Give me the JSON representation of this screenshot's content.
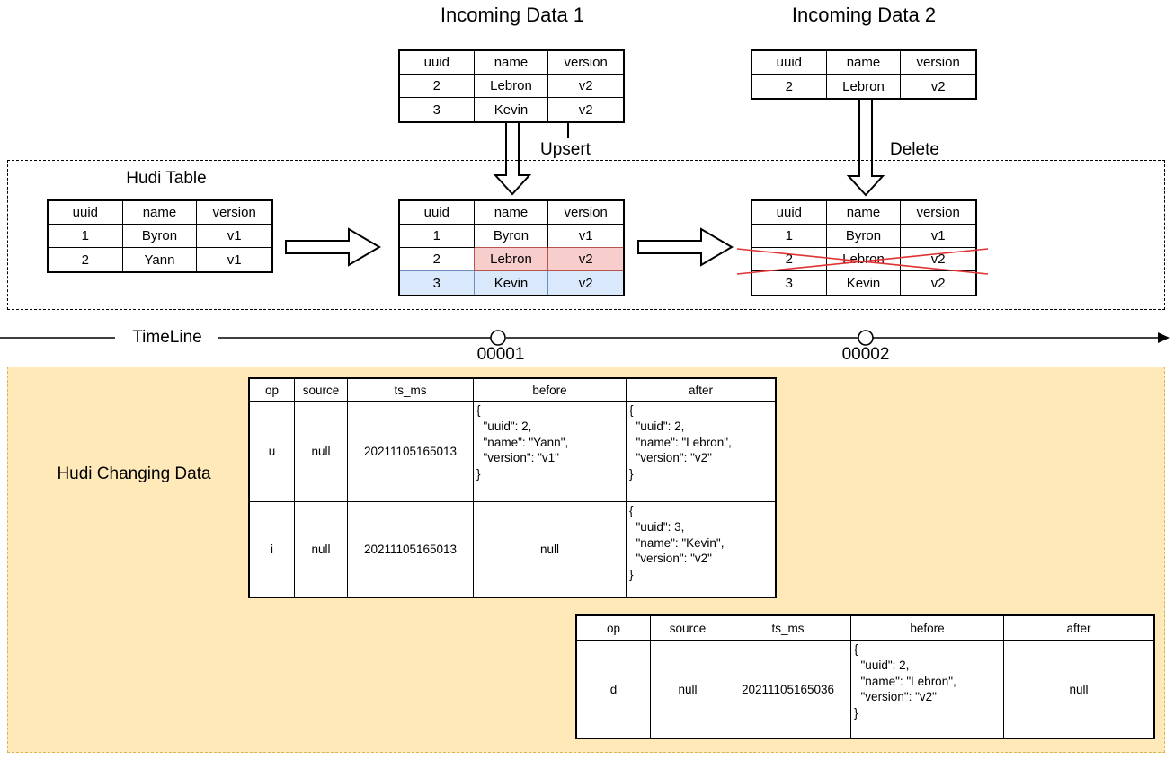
{
  "colors": {
    "highlight_update_fill": "#f8cecc",
    "highlight_update_stroke": "#b85450",
    "highlight_insert_fill": "#dae8fc",
    "highlight_insert_stroke": "#6c8ebf",
    "changing_bg": "#ffe9b8",
    "changing_border": "#d6b656",
    "delete_cross": "#e03333"
  },
  "record_headers": [
    "uuid",
    "name",
    "version"
  ],
  "incoming1": {
    "title": "Incoming Data 1",
    "action": "Upsert",
    "rows": [
      [
        "2",
        "Lebron",
        "v2"
      ],
      [
        "3",
        "Kevin",
        "v2"
      ]
    ]
  },
  "incoming2": {
    "title": "Incoming Data 2",
    "action": "Delete",
    "rows": [
      [
        "2",
        "Lebron",
        "v2"
      ]
    ]
  },
  "hudi": {
    "label": "Hudi Table",
    "initial": {
      "rows": [
        [
          "1",
          "Byron",
          "v1"
        ],
        [
          "2",
          "Yann",
          "v1"
        ]
      ]
    },
    "after_upsert": {
      "rows": [
        [
          "1",
          "Byron",
          "v1"
        ],
        [
          "2",
          "Lebron",
          "v2"
        ],
        [
          "3",
          "Kevin",
          "v2"
        ]
      ]
    },
    "after_delete": {
      "rows": [
        [
          "1",
          "Byron",
          "v1"
        ],
        [
          "2",
          "Lebron",
          "v2"
        ],
        [
          "3",
          "Kevin",
          "v2"
        ]
      ]
    }
  },
  "timeline": {
    "label": "TimeLine",
    "commits": [
      "00001",
      "00002"
    ]
  },
  "changing": {
    "label": "Hudi Changing Data",
    "headers": [
      "op",
      "source",
      "ts_ms",
      "before",
      "after"
    ],
    "table1": {
      "rows": [
        [
          "u",
          "null",
          "20211105165013",
          "{\n  \"uuid\": 2,\n  \"name\": \"Yann\",\n  \"version\": \"v1\"\n}",
          "{\n  \"uuid\": 2,\n  \"name\": \"Lebron\",\n  \"version\": \"v2\"\n}"
        ],
        [
          "i",
          "null",
          "20211105165013",
          "null",
          "{\n  \"uuid\": 3,\n  \"name\": \"Kevin\",\n  \"version\": \"v2\"\n}"
        ]
      ]
    },
    "table2": {
      "rows": [
        [
          "d",
          "null",
          "20211105165036",
          "{\n  \"uuid\": 2,\n  \"name\": \"Lebron\",\n  \"version\": \"v2\"\n}",
          "null"
        ]
      ]
    }
  }
}
